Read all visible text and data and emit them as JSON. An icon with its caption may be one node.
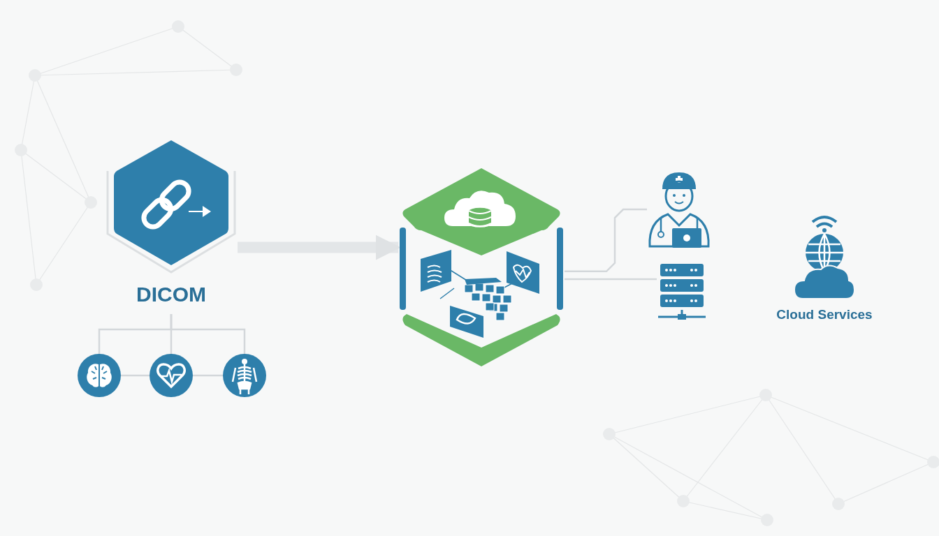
{
  "diagram": {
    "nodes": [
      {
        "text": [
          "DICOM"
        ]
      },
      {
        "text": [],
        "shape": "circle"
      },
      {
        "text": [],
        "shape": "circle"
      },
      {
        "text": [],
        "shape": "circle"
      },
      {
        "text": [],
        "shape": "box"
      },
      {
        "text": [],
        "shape": "person"
      },
      {
        "text": [],
        "shape": "picture"
      },
      {
        "text": [
          "Cloud Services"
        ]
      }
    ],
    "edges": [
      {
        "from": 0,
        "to": 1,
        "arrow": "none"
      },
      {
        "from": 0,
        "to": 2,
        "arrow": "none"
      },
      {
        "from": 0,
        "to": 3,
        "arrow": "none"
      },
      {
        "from": 1,
        "to": 2,
        "arrow": "none"
      },
      {
        "from": 2,
        "to": 3,
        "arrow": "none"
      },
      {
        "from": 0,
        "to": 4,
        "arrow": "to",
        "style": "thick"
      },
      {
        "from": 4,
        "to": 5,
        "arrow": "none"
      },
      {
        "from": 4,
        "to": 6,
        "arrow": "none"
      }
    ]
  }
}
